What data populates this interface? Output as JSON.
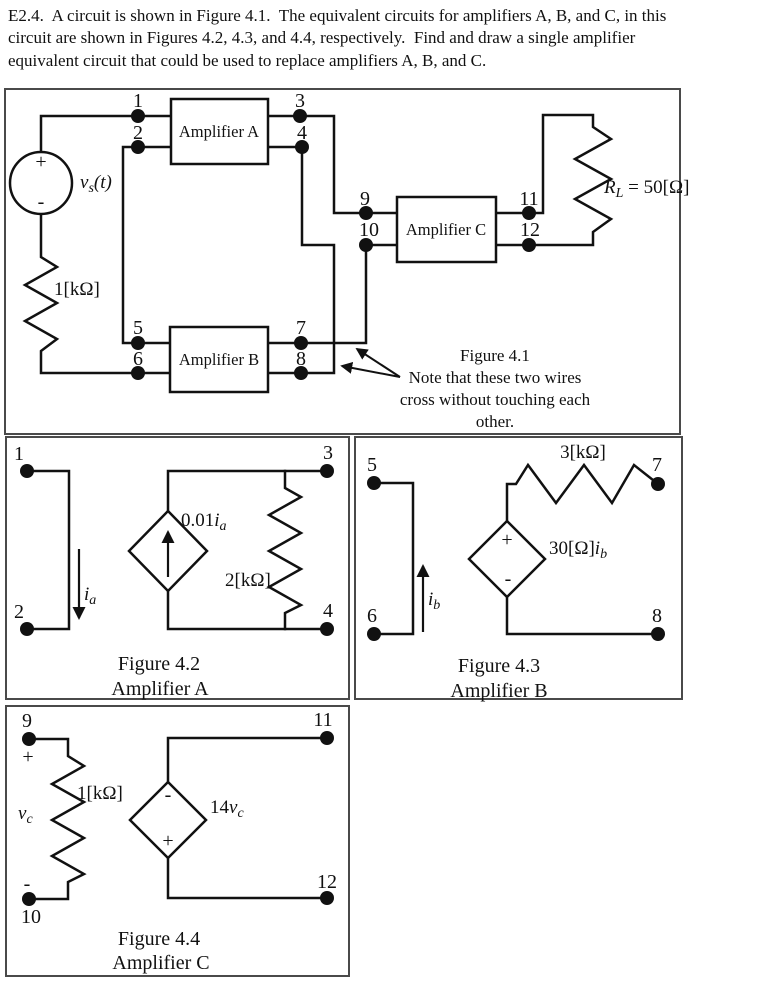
{
  "problem": {
    "lines": [
      "E2.4.  A circuit is shown in Figure 4.1.  The equivalent circuits for amplifiers A, B, and C, in this",
      "circuit are shown in Figures 4.2, 4.3, and 4.4, respectively.  Find and draw a single amplifier",
      "equivalent circuit that could be used to replace amplifiers A, B, and C."
    ]
  },
  "fig1": {
    "terminals": [
      "1",
      "2",
      "3",
      "4",
      "5",
      "6",
      "7",
      "8",
      "9",
      "10",
      "11",
      "12"
    ],
    "amp_a": "Amplifier A",
    "amp_b": "Amplifier B",
    "amp_c": "Amplifier C",
    "source": {
      "plus": "+",
      "minus": "-",
      "label": {
        "var": "v",
        "sub": "s",
        "rest": "(t)"
      }
    },
    "r_source": "1[kΩ]",
    "r_load": {
      "var": "R",
      "sub": "L",
      "rest": " = 50[Ω]"
    },
    "note": [
      "Figure 4.1",
      "Note that these two wires",
      "cross without touching each",
      "other."
    ]
  },
  "fig2": {
    "terminals": [
      "1",
      "2",
      "3",
      "4"
    ],
    "current": {
      "var": "i",
      "sub": "a"
    },
    "dep_source": {
      "coef": "0.01",
      "var": "i",
      "sub": "a"
    },
    "resistor": "2[kΩ]",
    "caption": [
      "Figure 4.2",
      "Amplifier A"
    ]
  },
  "fig3": {
    "terminals": [
      "5",
      "6",
      "7",
      "8"
    ],
    "current": {
      "var": "i",
      "sub": "b"
    },
    "dep_source": {
      "coef": "30[Ω]",
      "var": "i",
      "sub": "b"
    },
    "diamond_plus": "+",
    "diamond_minus": "-",
    "resistor": "3[kΩ]",
    "caption": [
      "Figure 4.3",
      "Amplifier B"
    ]
  },
  "fig4": {
    "terminals": [
      "9",
      "10",
      "11",
      "12"
    ],
    "voltage": {
      "var": "v",
      "sub": "c"
    },
    "port_plus": "+",
    "port_minus": "-",
    "dep_source": {
      "coef": "14",
      "var": "v",
      "sub": "c"
    },
    "diamond_minus": "-",
    "diamond_plus": "+",
    "resistor": "1[kΩ]",
    "caption": [
      "Figure 4.4",
      "Amplifier C"
    ]
  },
  "colors": {
    "wire": "#111111",
    "border": "#4a4a4a",
    "background": "#ffffff"
  }
}
